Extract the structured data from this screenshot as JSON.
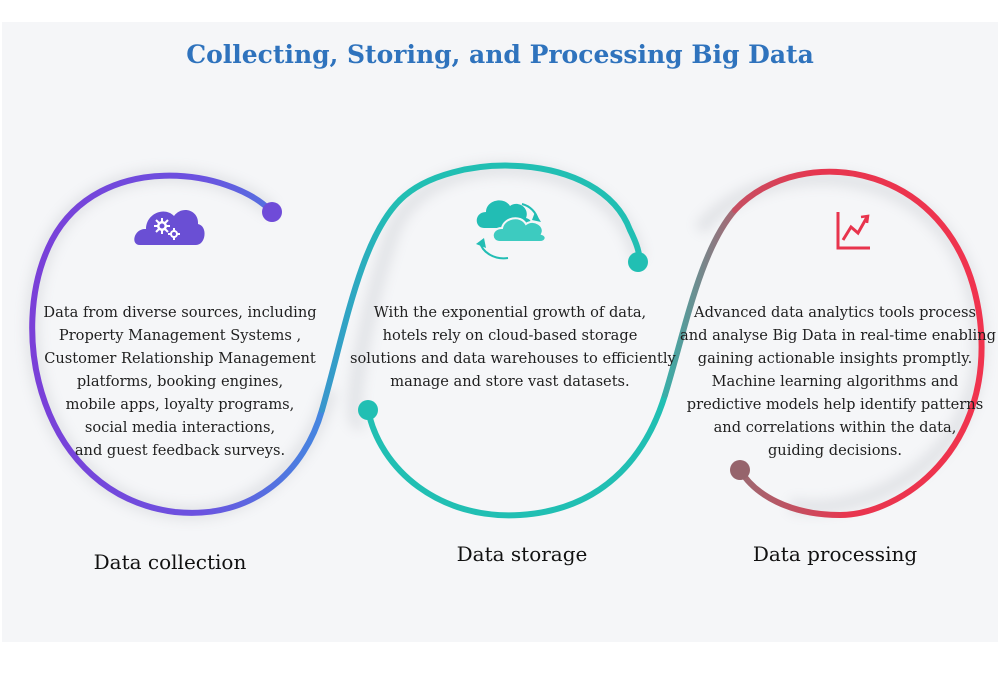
{
  "title": "Collecting, Storing, and Processing Big Data",
  "colors": {
    "title": "#2f73bd",
    "collection": "#7b46d9",
    "storage": "#21bfb3",
    "processing": "#ee3350",
    "background_panel": "#f5f6f8"
  },
  "stages": [
    {
      "label": "Data collection",
      "icon": "cloud-gears-icon",
      "text_lines": [
        "Data from diverse sources, including",
        "Property Management Systems ,",
        "Customer Relationship Management",
        "platforms, booking engines,",
        "mobile apps, loyalty programs,",
        "social media interactions,",
        "and guest feedback surveys."
      ]
    },
    {
      "label": "Data storage",
      "icon": "cloud-sync-icon",
      "text_lines": [
        "With the exponential growth of data,",
        "hotels rely on cloud-based storage",
        "solutions and data warehouses to efficiently",
        "manage and store vast datasets."
      ]
    },
    {
      "label": "Data processing",
      "icon": "line-chart-icon",
      "text_lines": [
        "Advanced data analytics tools process",
        "and analyse Big Data in real-time enabling",
        "gaining actionable insights promptly.",
        "Machine learning algorithms and",
        "predictive models help identify patterns",
        "and correlations within the data,",
        "guiding decisions."
      ]
    }
  ]
}
